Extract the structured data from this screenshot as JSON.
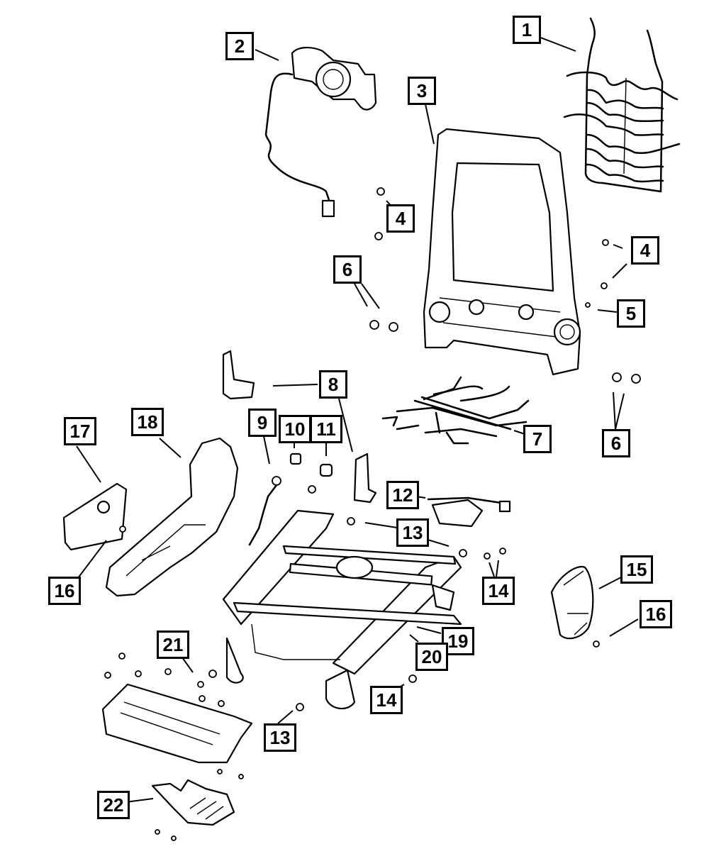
{
  "diagram": {
    "title": "Seat frame exploded parts diagram",
    "callouts": [
      {
        "id": "c1",
        "label": "1",
        "part": "seat back suspension wire mat"
      },
      {
        "id": "c2",
        "label": "2",
        "part": "lumbar / head module with wire harness"
      },
      {
        "id": "c3",
        "label": "3",
        "part": "seat back frame"
      },
      {
        "id": "c4a",
        "label": "4",
        "part": "fastener"
      },
      {
        "id": "c4b",
        "label": "4",
        "part": "fastener"
      },
      {
        "id": "c5",
        "label": "5",
        "part": "fastener"
      },
      {
        "id": "c6a",
        "label": "6",
        "part": "nuts"
      },
      {
        "id": "c6b",
        "label": "6",
        "part": "nuts"
      },
      {
        "id": "c7",
        "label": "7",
        "part": "seat cushion suspension wire"
      },
      {
        "id": "c8",
        "label": "8",
        "part": "side bracket"
      },
      {
        "id": "c9",
        "label": "9",
        "part": "wire harness"
      },
      {
        "id": "c10",
        "label": "10",
        "part": "connector"
      },
      {
        "id": "c11",
        "label": "11",
        "part": "motor"
      },
      {
        "id": "c12",
        "label": "12",
        "part": "module with harness"
      },
      {
        "id": "c13a",
        "label": "13",
        "part": "screw"
      },
      {
        "id": "c13b",
        "label": "13",
        "part": "screw"
      },
      {
        "id": "c14a",
        "label": "14",
        "part": "nut"
      },
      {
        "id": "c14b",
        "label": "14",
        "part": "nut"
      },
      {
        "id": "c15",
        "label": "15",
        "part": "cover"
      },
      {
        "id": "c16a",
        "label": "16",
        "part": "screw"
      },
      {
        "id": "c16b",
        "label": "16",
        "part": "screw"
      },
      {
        "id": "c17",
        "label": "17",
        "part": "trim panel"
      },
      {
        "id": "c18",
        "label": "18",
        "part": "side shield"
      },
      {
        "id": "c19",
        "label": "19",
        "part": "seat track adjuster"
      },
      {
        "id": "c20",
        "label": "20",
        "part": "seat cushion frame"
      },
      {
        "id": "c21",
        "label": "21",
        "part": "riser bolts"
      },
      {
        "id": "c22",
        "label": "22",
        "part": "bracket"
      }
    ]
  }
}
